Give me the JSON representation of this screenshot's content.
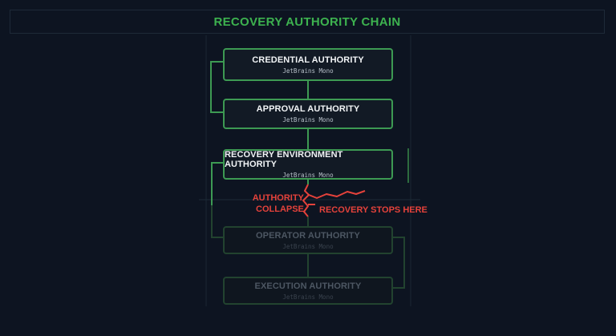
{
  "title": "RECOVERY AUTHORITY CHAIN",
  "nodes": [
    {
      "label": "CREDENTIAL AUTHORITY",
      "sub": "JetBrains Mono"
    },
    {
      "label": "APPROVAL AUTHORITY",
      "sub": "JetBrains Mono"
    },
    {
      "label": "RECOVERY ENVIRONMENT AUTHORITY",
      "sub": "JetBrains Mono"
    },
    {
      "label": "OPERATOR AUTHORITY",
      "sub": "JetBrains Mono"
    },
    {
      "label": "EXECUTION AUTHORITY",
      "sub": "JetBrains Mono"
    }
  ],
  "annotations": {
    "collapse_line1": "AUTHORITY",
    "collapse_line2": "COLLAPSE",
    "stops": "RECOVERY STOPS HERE"
  },
  "colors": {
    "background": "#0d1421",
    "active_border": "#3d9a53",
    "dim_border": "#22432f",
    "title": "#3db24f",
    "failure": "#e5423b"
  }
}
